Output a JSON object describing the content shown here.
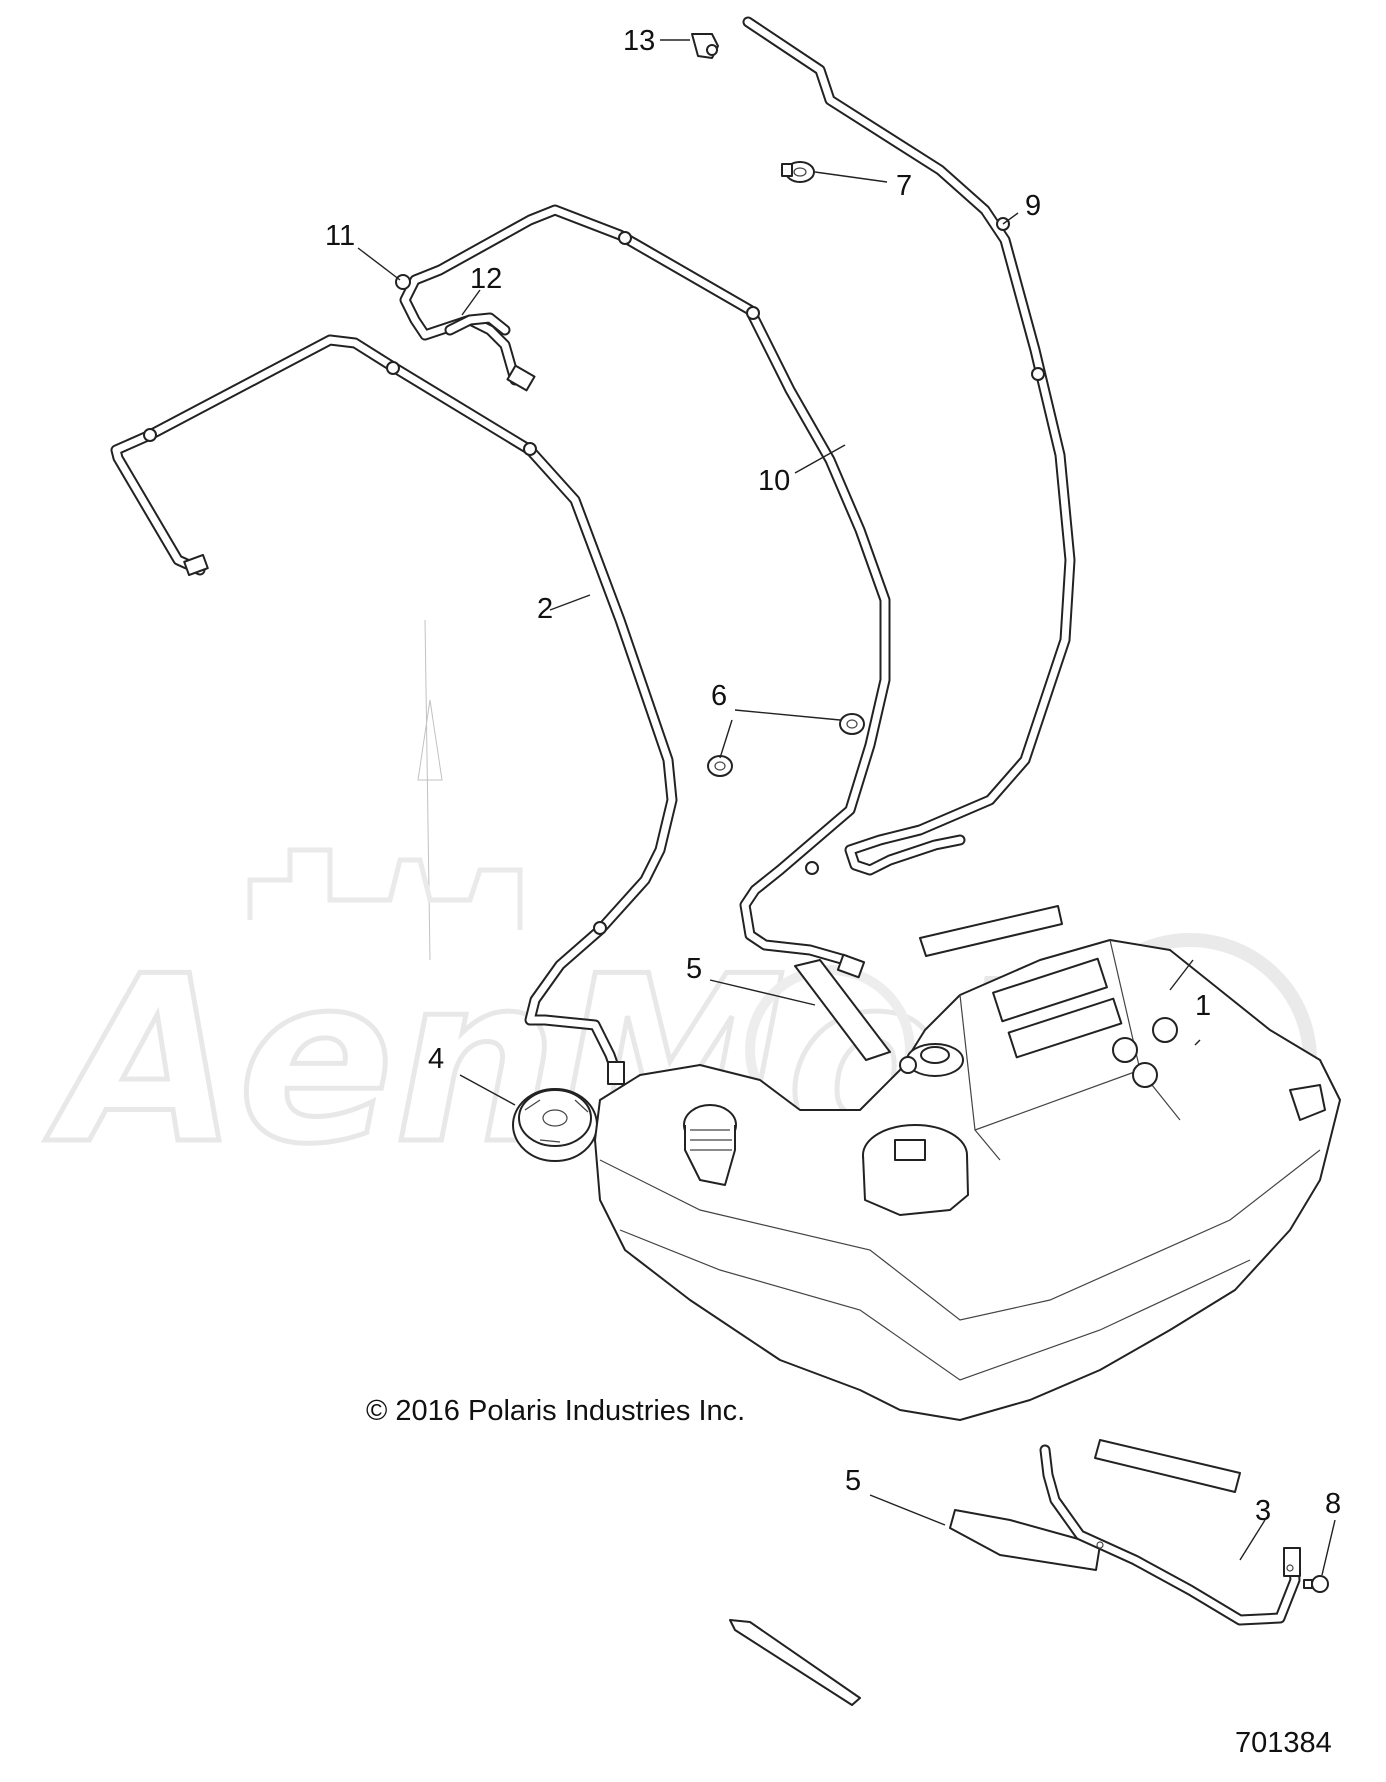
{
  "diagram": {
    "callouts": [
      {
        "id": "c1",
        "label": "1"
      },
      {
        "id": "c2",
        "label": "2"
      },
      {
        "id": "c3",
        "label": "3"
      },
      {
        "id": "c4",
        "label": "4"
      },
      {
        "id": "c5a",
        "label": "5"
      },
      {
        "id": "c5b",
        "label": "5"
      },
      {
        "id": "c6",
        "label": "6"
      },
      {
        "id": "c7",
        "label": "7"
      },
      {
        "id": "c8",
        "label": "8"
      },
      {
        "id": "c9",
        "label": "9"
      },
      {
        "id": "c10",
        "label": "10"
      },
      {
        "id": "c11",
        "label": "11"
      },
      {
        "id": "c12",
        "label": "12"
      },
      {
        "id": "c13",
        "label": "13"
      }
    ],
    "copyright": "© 2016 Polaris Industries Inc.",
    "part_number": "701384",
    "watermark": "AenMoto"
  }
}
